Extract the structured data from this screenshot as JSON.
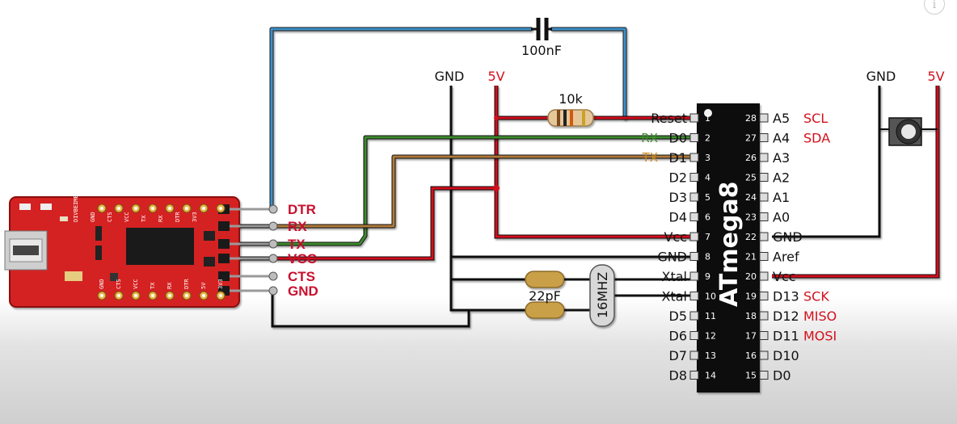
{
  "chip": {
    "name": "ATmega8",
    "left_pins": [
      {
        "num": "1",
        "label": "Reset"
      },
      {
        "num": "2",
        "label": "D0"
      },
      {
        "num": "3",
        "label": "D1"
      },
      {
        "num": "4",
        "label": "D2"
      },
      {
        "num": "5",
        "label": "D3"
      },
      {
        "num": "6",
        "label": "D4"
      },
      {
        "num": "7",
        "label": "Vcc"
      },
      {
        "num": "8",
        "label": "GND"
      },
      {
        "num": "9",
        "label": "Xtal"
      },
      {
        "num": "10",
        "label": "Xtal"
      },
      {
        "num": "11",
        "label": "D5"
      },
      {
        "num": "12",
        "label": "D6"
      },
      {
        "num": "13",
        "label": "D7"
      },
      {
        "num": "14",
        "label": "D8"
      }
    ],
    "right_pins": [
      {
        "num": "28",
        "label": "A5",
        "note": "SCL"
      },
      {
        "num": "27",
        "label": "A4",
        "note": "SDA"
      },
      {
        "num": "26",
        "label": "A3",
        "note": ""
      },
      {
        "num": "25",
        "label": "A2",
        "note": ""
      },
      {
        "num": "24",
        "label": "A1",
        "note": ""
      },
      {
        "num": "23",
        "label": "A0",
        "note": ""
      },
      {
        "num": "22",
        "label": "GND",
        "note": ""
      },
      {
        "num": "21",
        "label": "Aref",
        "note": ""
      },
      {
        "num": "20",
        "label": "Vcc",
        "note": ""
      },
      {
        "num": "19",
        "label": "D13",
        "note": "SCK"
      },
      {
        "num": "18",
        "label": "D12",
        "note": "MISO"
      },
      {
        "num": "17",
        "label": "D11",
        "note": "MOSI"
      },
      {
        "num": "16",
        "label": "D10",
        "note": ""
      },
      {
        "num": "15",
        "label": "D0",
        "note": ""
      }
    ]
  },
  "ftdi": {
    "pins": [
      "DTR",
      "RX",
      "TX",
      "VCC",
      "CTS",
      "GND"
    ],
    "silk_top": [
      "DIVBEIMEH",
      "GND",
      "CTS",
      "VCC",
      "TX",
      "RX",
      "DTR",
      "3V3"
    ],
    "silk_bottom": [
      "GND",
      "CTS",
      "VCC",
      "TX",
      "RX",
      "DTR",
      "5V",
      "3V3"
    ]
  },
  "components": {
    "capacitor_label": "100nF",
    "resistor_label": "10k",
    "crystal_cap_label": "22pF",
    "crystal_label": "16MHZ"
  },
  "rails": {
    "gnd_left": "GND",
    "vcc_left": "5V",
    "gnd_right": "GND",
    "vcc_right": "5V"
  },
  "wire_tags": {
    "rx": "RX",
    "tx": "TX"
  },
  "colors": {
    "wire_blue": "#3a8fc7",
    "wire_green": "#3c8a2e",
    "wire_brown": "#b07a3a",
    "wire_red": "#d3101c",
    "wire_black": "#111111",
    "board": "#d42020"
  },
  "info_icon_glyph": "i"
}
